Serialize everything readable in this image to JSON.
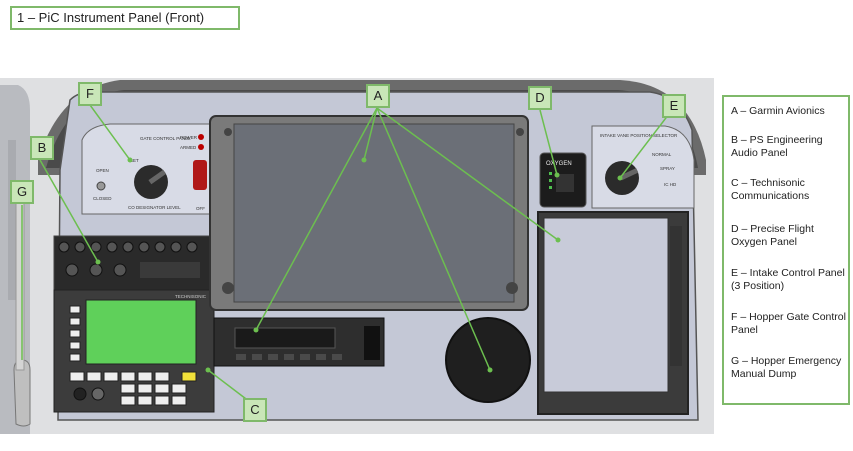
{
  "title": "1 – PiC Instrument Panel (Front)",
  "legend": [
    {
      "text": "A – Garmin Avionics"
    },
    {
      "text": "B – PS Engineering Audio Panel"
    },
    {
      "text": "C – Technisonic Communications"
    },
    {
      "text": "D – Precise Flight Oxygen Panel"
    },
    {
      "text": "E – Intake Control Panel (3 Position)"
    },
    {
      "text": "F – Hopper Gate Control Panel"
    },
    {
      "text": "G – Hopper Emergency Manual Dump"
    }
  ],
  "callouts": {
    "A": "A",
    "B": "B",
    "C": "C",
    "D": "D",
    "E": "E",
    "F": "F",
    "G": "G"
  },
  "panel_text": {
    "gate_control": "GATE CONTROL PANEL",
    "power": "POWER",
    "armed": "ARMED",
    "open": "OPEN",
    "closed": "CLOSED",
    "set": "SET",
    "co_designator": "CO DESIGNATOR LEVEL",
    "off": "OFF",
    "oxygen": "OXYGEN",
    "intake_selector": "INTAKE VANE POSITION SELECTOR",
    "normal": "NORMAL",
    "spray": "SPRAY",
    "ic_hd": "IC HD",
    "technisonic": "TECHNISONIC"
  },
  "colors": {
    "callout_border": "#7fb96a",
    "callout_fill": "#c9e6b8",
    "leader": "#6cbf4f",
    "panel": "#c4c8d6"
  }
}
